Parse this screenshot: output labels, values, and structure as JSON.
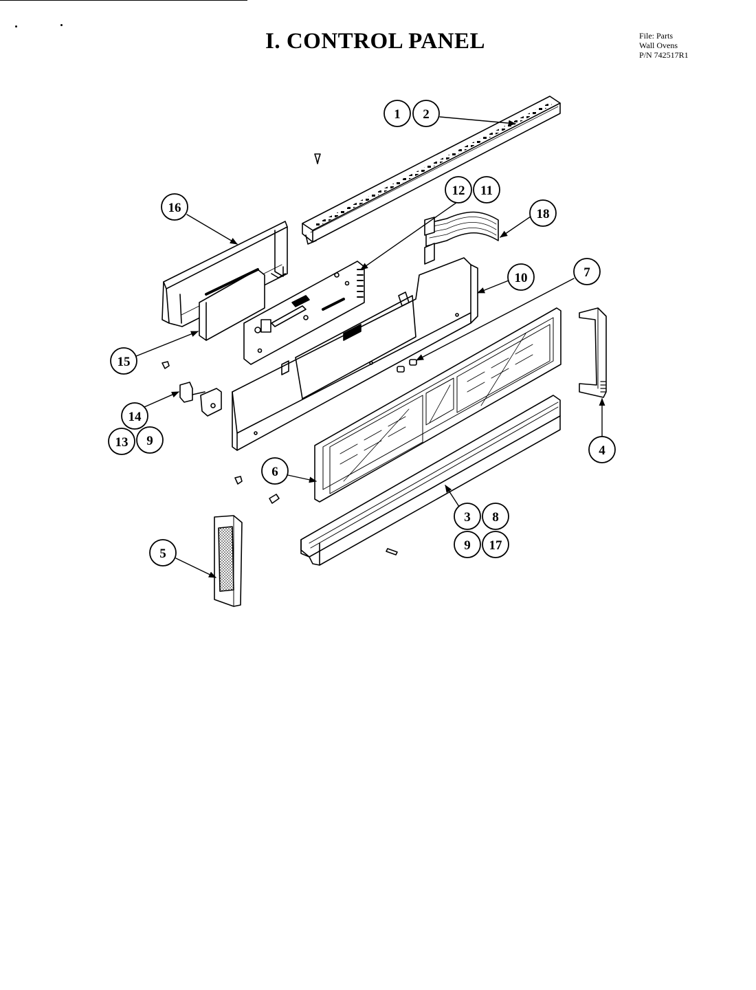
{
  "title": "I.  CONTROL PANEL",
  "file_info": {
    "line1": "File: Parts",
    "line2": "Wall Ovens",
    "line3": "P/N 742517R1"
  },
  "callouts": [
    "1",
    "2",
    "3",
    "4",
    "5",
    "6",
    "7",
    "8",
    "9",
    "10",
    "11",
    "12",
    "13",
    "14",
    "15",
    "16",
    "17",
    "18"
  ]
}
